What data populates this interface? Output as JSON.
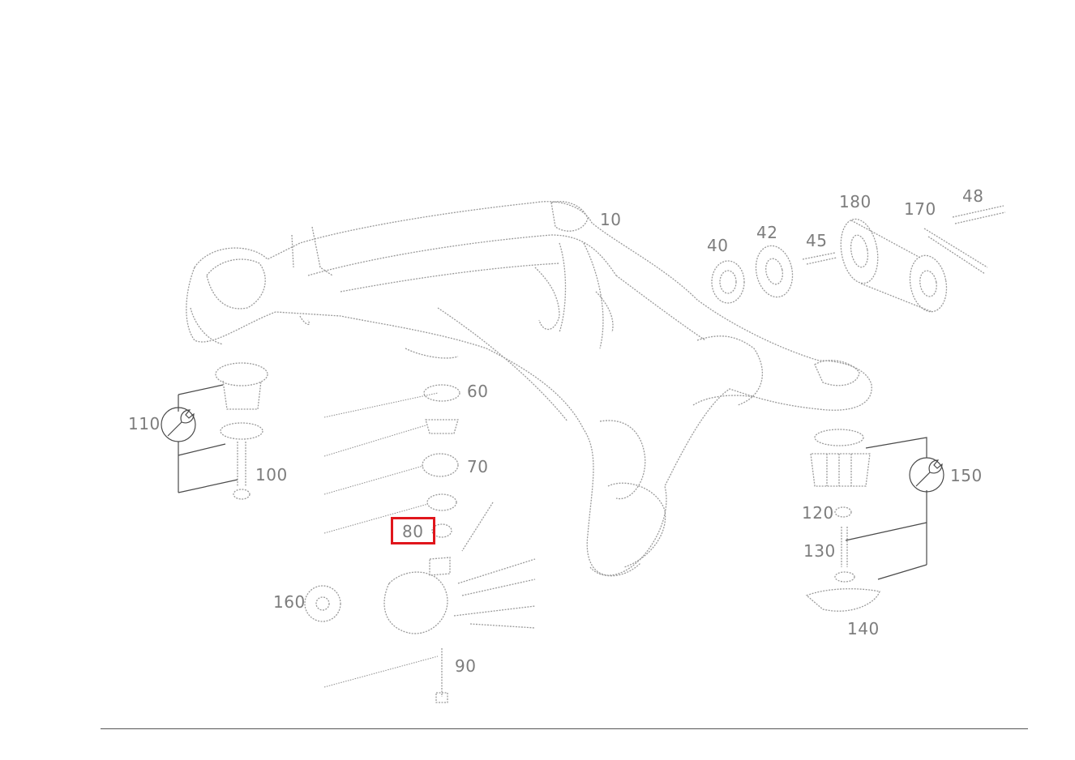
{
  "diagram": {
    "callouts": [
      {
        "id": "10",
        "label": "10"
      },
      {
        "id": "40",
        "label": "40"
      },
      {
        "id": "42",
        "label": "42"
      },
      {
        "id": "45",
        "label": "45"
      },
      {
        "id": "48",
        "label": "48"
      },
      {
        "id": "60",
        "label": "60"
      },
      {
        "id": "70",
        "label": "70"
      },
      {
        "id": "80",
        "label": "80"
      },
      {
        "id": "90",
        "label": "90"
      },
      {
        "id": "100",
        "label": "100"
      },
      {
        "id": "110",
        "label": "110"
      },
      {
        "id": "120",
        "label": "120"
      },
      {
        "id": "130",
        "label": "130"
      },
      {
        "id": "140",
        "label": "140"
      },
      {
        "id": "150",
        "label": "150"
      },
      {
        "id": "160",
        "label": "160"
      },
      {
        "id": "170",
        "label": "170"
      },
      {
        "id": "180",
        "label": "180"
      }
    ],
    "selected_callout": "80",
    "highlight_color": "#e0161c",
    "tool_icons": [
      "wrench-icon",
      "wrench-icon"
    ]
  }
}
